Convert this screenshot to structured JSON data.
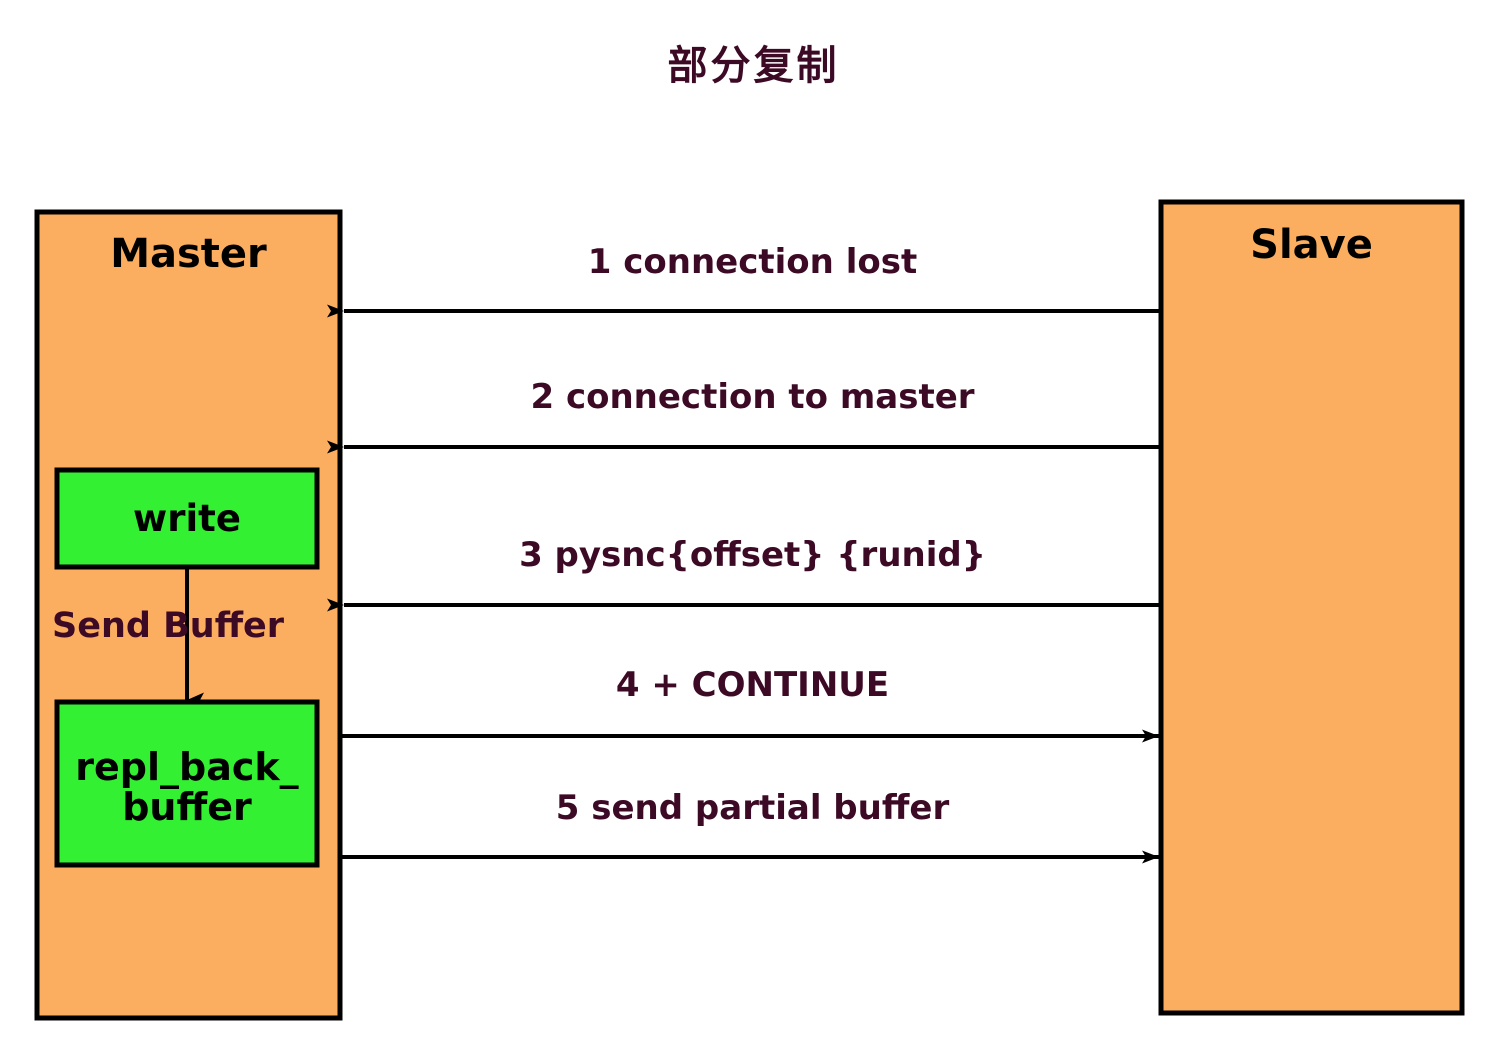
{
  "title": "部分复制",
  "colors": {
    "node_fill": "#fbad60",
    "node_stroke": "#000000",
    "buffer_fill": "#33f033",
    "buffer_stroke": "#000000",
    "title_text": "#3d0a26",
    "message_text": "#3d0a26",
    "node_text": "#000000",
    "background": "#ffffff"
  },
  "nodes": {
    "master": {
      "label": "Master"
    },
    "slave": {
      "label": "Slave"
    }
  },
  "master_internals": {
    "write_box": {
      "label": "write"
    },
    "send_buffer_label": "Send Buffer",
    "repl_back_buffer_box": {
      "label": "repl_back_\nbuffer",
      "line1": "repl_back_",
      "line2": "buffer"
    }
  },
  "messages": [
    {
      "num": "1",
      "label": "1 connection lost",
      "direction": "slave-to-master"
    },
    {
      "num": "2",
      "label": "2 connection to master",
      "direction": "slave-to-master"
    },
    {
      "num": "3",
      "label": "3 pysnc{offset} {runid}",
      "direction": "slave-to-master"
    },
    {
      "num": "4",
      "label": "4 + CONTINUE",
      "direction": "master-to-slave"
    },
    {
      "num": "5",
      "label": "5 send partial buffer",
      "direction": "master-to-slave"
    }
  ]
}
